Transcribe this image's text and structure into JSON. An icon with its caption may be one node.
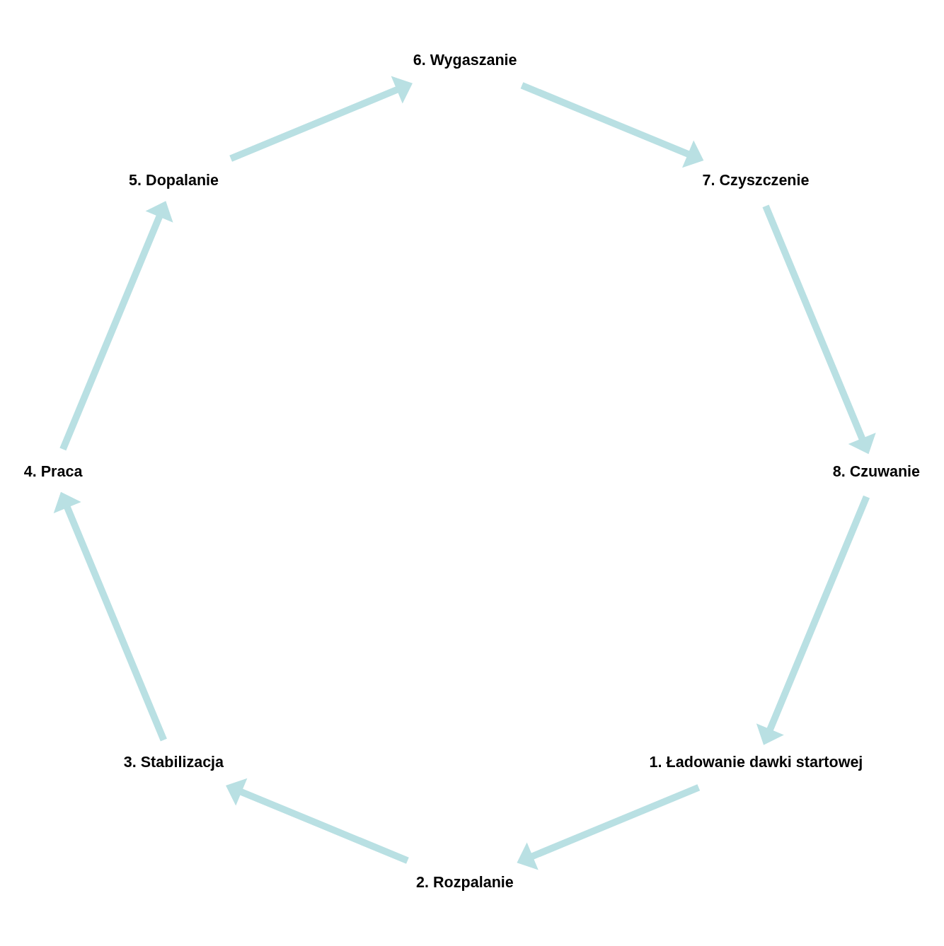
{
  "diagram": {
    "nodes": [
      {
        "text": [
          "1. Ładowanie dawki startowej"
        ]
      },
      {
        "text": [
          "2. Rozpalanie"
        ]
      },
      {
        "text": [
          "3. Stabilizacja"
        ]
      },
      {
        "text": [
          "4. Praca"
        ]
      },
      {
        "text": [
          "5. Dopalanie"
        ]
      },
      {
        "text": [
          "6. Wygaszanie"
        ]
      },
      {
        "text": [
          "7. Czyszczenie"
        ]
      },
      {
        "text": [
          "8. Czuwanie"
        ]
      }
    ],
    "edges": [
      {
        "from": 0,
        "to": 1,
        "arrow": "to"
      },
      {
        "from": 1,
        "to": 2,
        "arrow": "to"
      },
      {
        "from": 2,
        "to": 3,
        "arrow": "to"
      },
      {
        "from": 3,
        "to": 4,
        "arrow": "to"
      },
      {
        "from": 4,
        "to": 5,
        "arrow": "to"
      },
      {
        "from": 5,
        "to": 6,
        "arrow": "to"
      },
      {
        "from": 6,
        "to": 7,
        "arrow": "to"
      },
      {
        "from": 7,
        "to": 0,
        "arrow": "to"
      }
    ]
  }
}
